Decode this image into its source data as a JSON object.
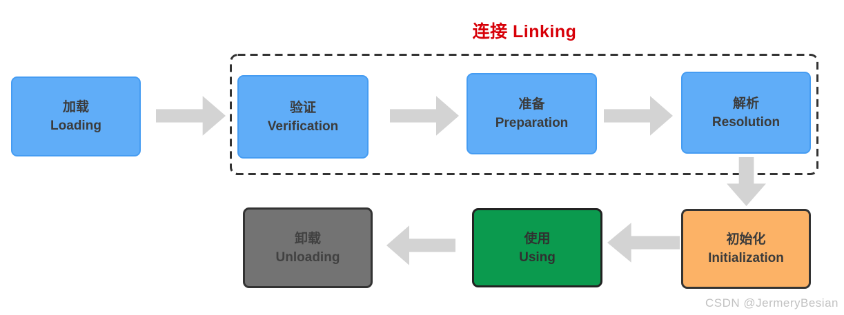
{
  "diagram": {
    "title": "连接 Linking",
    "title_color": "#d70008",
    "group_border_color": "#333333",
    "arrow_color": "#d3d3d3",
    "watermark": "CSDN @JermeryBesian",
    "watermark_color": "#c2c2c2",
    "stages": [
      {
        "id": "loading",
        "zh": "加载",
        "en": "Loading",
        "fill": "#60adf8",
        "border": "#459cf2",
        "text_color": "#3b3b3b"
      },
      {
        "id": "verification",
        "zh": "验证",
        "en": "Verification",
        "fill": "#60adf8",
        "border": "#459cf2",
        "text_color": "#3b3b3b"
      },
      {
        "id": "preparation",
        "zh": "准备",
        "en": "Preparation",
        "fill": "#60adf8",
        "border": "#459cf2",
        "text_color": "#3b3b3b"
      },
      {
        "id": "resolution",
        "zh": "解析",
        "en": "Resolution",
        "fill": "#60adf8",
        "border": "#459cf2",
        "text_color": "#3b3b3b"
      },
      {
        "id": "initialization",
        "zh": "初始化",
        "en": "Initialization",
        "fill": "#fcb266",
        "border": "#333333",
        "text_color": "#3b3b3b"
      },
      {
        "id": "using",
        "zh": "使用",
        "en": "Using",
        "fill": "#0b9a4e",
        "border": "#222222",
        "text_color": "#303030"
      },
      {
        "id": "unloading",
        "zh": "卸载",
        "en": "Unloading",
        "fill": "#737373",
        "border": "#333333",
        "text_color": "#414141"
      }
    ],
    "arrows": [
      {
        "from": "loading",
        "to": "verification",
        "direction": "right"
      },
      {
        "from": "verification",
        "to": "preparation",
        "direction": "right"
      },
      {
        "from": "preparation",
        "to": "resolution",
        "direction": "right"
      },
      {
        "from": "resolution",
        "to": "initialization",
        "direction": "down"
      },
      {
        "from": "initialization",
        "to": "using",
        "direction": "left"
      },
      {
        "from": "using",
        "to": "unloading",
        "direction": "left"
      }
    ]
  }
}
